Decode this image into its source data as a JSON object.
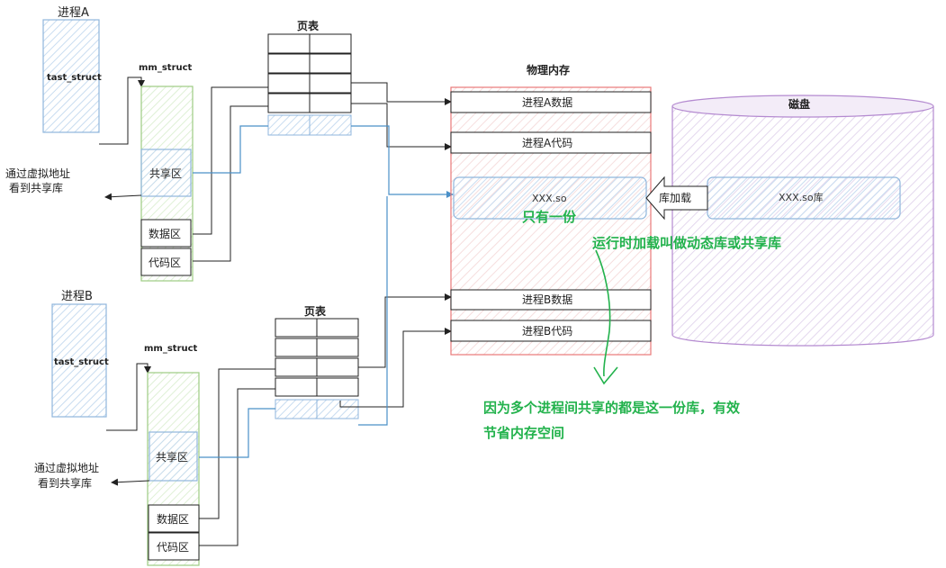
{
  "process_a": {
    "title": "进程A",
    "task_struct": "tast_struct",
    "mm_struct": "mm_struct",
    "shared_area": "共享区",
    "data_area": "数据区",
    "code_area": "代码区",
    "virtual_note_line1": "通过虚拟地址",
    "virtual_note_line2": "看到共享库",
    "page_table_title": "页表"
  },
  "process_b": {
    "title": "进程B",
    "task_struct": "tast_struct",
    "mm_struct": "mm_struct",
    "shared_area": "共享区",
    "data_area": "数据区",
    "code_area": "代码区",
    "virtual_note_line1": "通过虚拟地址",
    "virtual_note_line2": "看到共享库",
    "page_table_title": "页表"
  },
  "physical_memory": {
    "title": "物理内存",
    "rows": [
      "进程A数据",
      "进程A代码",
      "XXX.so",
      "进程B数据",
      "进程B代码"
    ]
  },
  "disk": {
    "title": "磁盘",
    "library": "XXX.so库"
  },
  "load_label": "库加载",
  "annotations": {
    "only_one": "只有一份",
    "runtime_load": "运行时加载叫做动态库或共享库",
    "saving_line1": "因为多个进程间共享的都是这一份库，有效",
    "saving_line2": "节省内存空间"
  },
  "colors": {
    "blue": "#4a90c8",
    "green": "#22b24c",
    "red_box": "#e87878",
    "purple": "#b48ad0"
  }
}
